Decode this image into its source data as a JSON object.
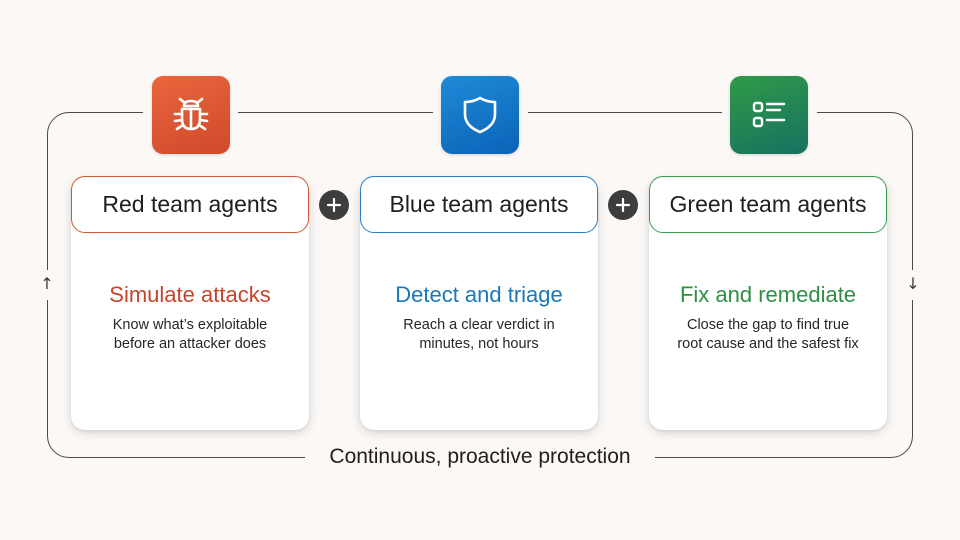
{
  "loop": {
    "label": "Continuous, proactive protection",
    "arrow_left": "↑",
    "arrow_right": "↓"
  },
  "connectors": {
    "plus_symbol": "+"
  },
  "teams": [
    {
      "title": "Red team agents",
      "icon": "bug-icon",
      "color": "#cc5a3a",
      "heading": "Simulate attacks",
      "body_line1": "Know what’s exploitable",
      "body_line2": "before an attacker does"
    },
    {
      "title": "Blue team agents",
      "icon": "shield-icon",
      "color": "#2a7fc4",
      "heading": "Detect and triage",
      "body_line1": "Reach a clear verdict in",
      "body_line2": "minutes, not hours"
    },
    {
      "title": "Green team agents",
      "icon": "checklist-icon",
      "color": "#3b9a4d",
      "heading": "Fix and remediate",
      "body_line1": "Close the gap to find true",
      "body_line2": "root cause and the safest fix"
    }
  ]
}
